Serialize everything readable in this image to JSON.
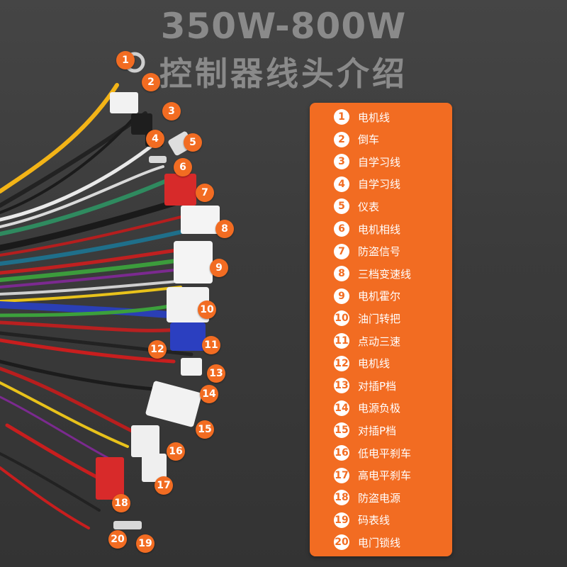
{
  "title": {
    "line1": "350W-800W",
    "line2": "控制器线头介绍"
  },
  "colors": {
    "accent": "#f26c22",
    "title": "#8a8a8a",
    "background": "#3a3a3a"
  },
  "legend": [
    {
      "num": "1",
      "label": "电机线"
    },
    {
      "num": "2",
      "label": "倒车"
    },
    {
      "num": "3",
      "label": "自学习线"
    },
    {
      "num": "4",
      "label": "自学习线"
    },
    {
      "num": "5",
      "label": "仪表"
    },
    {
      "num": "6",
      "label": "电机相线"
    },
    {
      "num": "7",
      "label": "防盗信号"
    },
    {
      "num": "8",
      "label": "三档变速线"
    },
    {
      "num": "9",
      "label": "电机霍尔"
    },
    {
      "num": "10",
      "label": "油门转把"
    },
    {
      "num": "11",
      "label": "点动三速"
    },
    {
      "num": "12",
      "label": "电机线"
    },
    {
      "num": "13",
      "label": "对插P档"
    },
    {
      "num": "14",
      "label": "电源负极"
    },
    {
      "num": "15",
      "label": "对插P档"
    },
    {
      "num": "16",
      "label": "低电平刹车"
    },
    {
      "num": "17",
      "label": "高电平刹车"
    },
    {
      "num": "18",
      "label": "防盗电源"
    },
    {
      "num": "19",
      "label": "码表线"
    },
    {
      "num": "20",
      "label": "电门锁线"
    }
  ],
  "callouts": [
    "1",
    "2",
    "3",
    "4",
    "5",
    "6",
    "7",
    "8",
    "9",
    "10",
    "11",
    "12",
    "13",
    "14",
    "15",
    "16",
    "17",
    "18",
    "19",
    "20"
  ]
}
